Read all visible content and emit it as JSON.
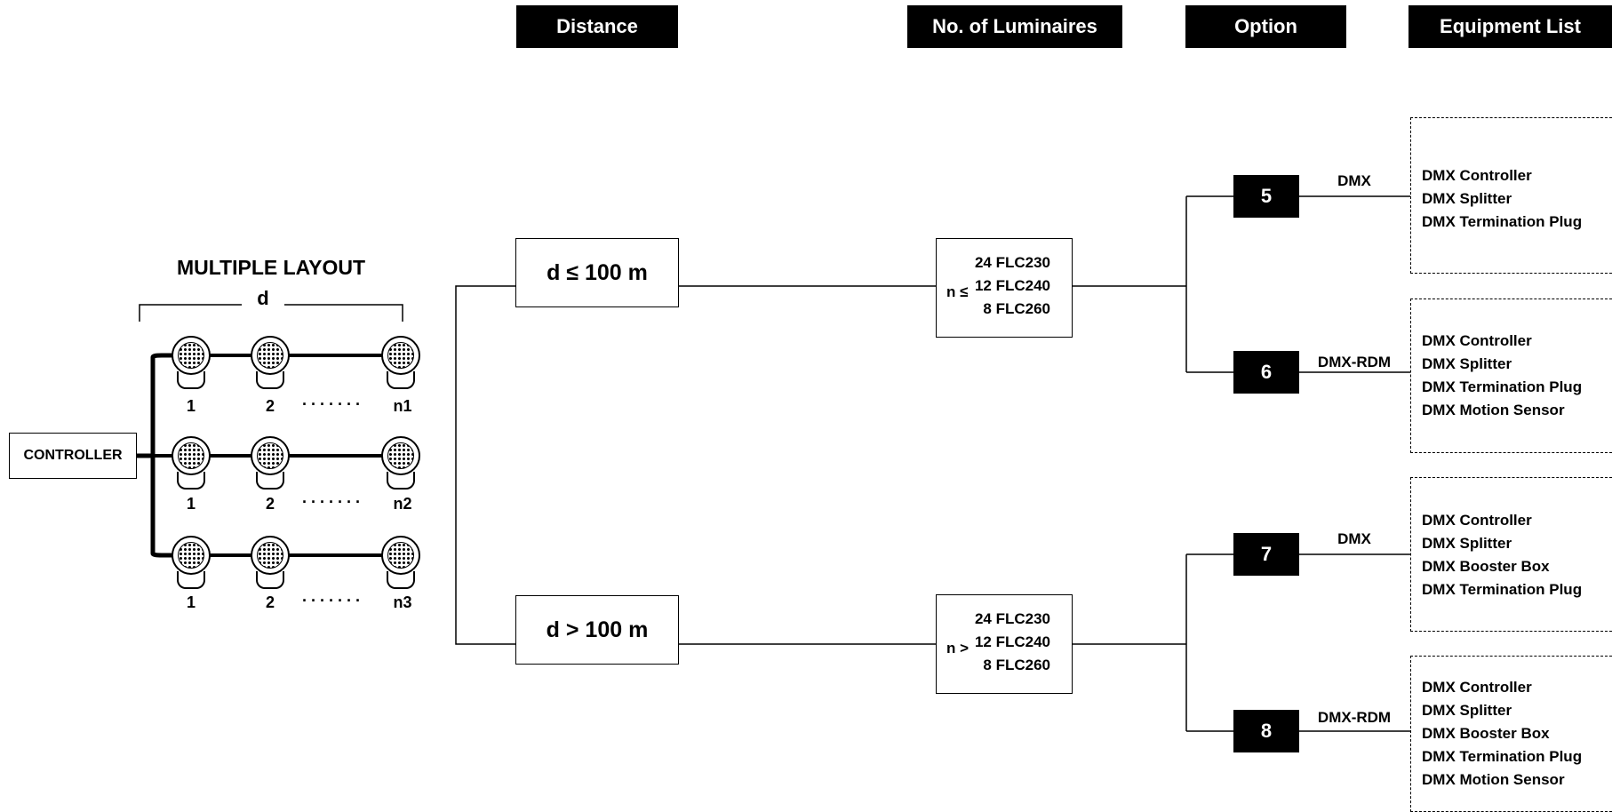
{
  "headers": {
    "distance": "Distance",
    "luminaires": "No. of Luminaires",
    "option": "Option",
    "equipment": "Equipment List"
  },
  "layout": {
    "title": "MULTIPLE LAYOUT",
    "d_label": "d",
    "controller": "CONTROLLER",
    "rows": [
      {
        "labels": [
          "1",
          "2",
          "n1"
        ],
        "dots": "·······"
      },
      {
        "labels": [
          "1",
          "2",
          "n2"
        ],
        "dots": "·······"
      },
      {
        "labels": [
          "1",
          "2",
          "n3"
        ],
        "dots": "·······"
      }
    ]
  },
  "branches": [
    {
      "distance": "d ≤ 100 m",
      "luminaires": {
        "operator": "n ≤",
        "lines": [
          "24 FLC230",
          "12 FLC240",
          "8 FLC260"
        ]
      },
      "options": [
        {
          "number": "5",
          "protocol": "DMX",
          "equipment": [
            "DMX Controller",
            "DMX Splitter",
            "DMX Termination Plug"
          ]
        },
        {
          "number": "6",
          "protocol": "DMX-RDM",
          "equipment": [
            "DMX Controller",
            "DMX Splitter",
            "DMX Termination Plug",
            "DMX Motion Sensor"
          ]
        }
      ]
    },
    {
      "distance": "d > 100 m",
      "luminaires": {
        "operator": "n >",
        "lines": [
          "24 FLC230",
          "12 FLC240",
          "8 FLC260"
        ]
      },
      "options": [
        {
          "number": "7",
          "protocol": "DMX",
          "equipment": [
            "DMX Controller",
            "DMX Splitter",
            "DMX Booster Box",
            "DMX Termination Plug"
          ]
        },
        {
          "number": "8",
          "protocol": "DMX-RDM",
          "equipment": [
            "DMX Controller",
            "DMX Splitter",
            "DMX Booster Box",
            "DMX Termination Plug",
            "DMX Motion Sensor"
          ]
        }
      ]
    }
  ]
}
